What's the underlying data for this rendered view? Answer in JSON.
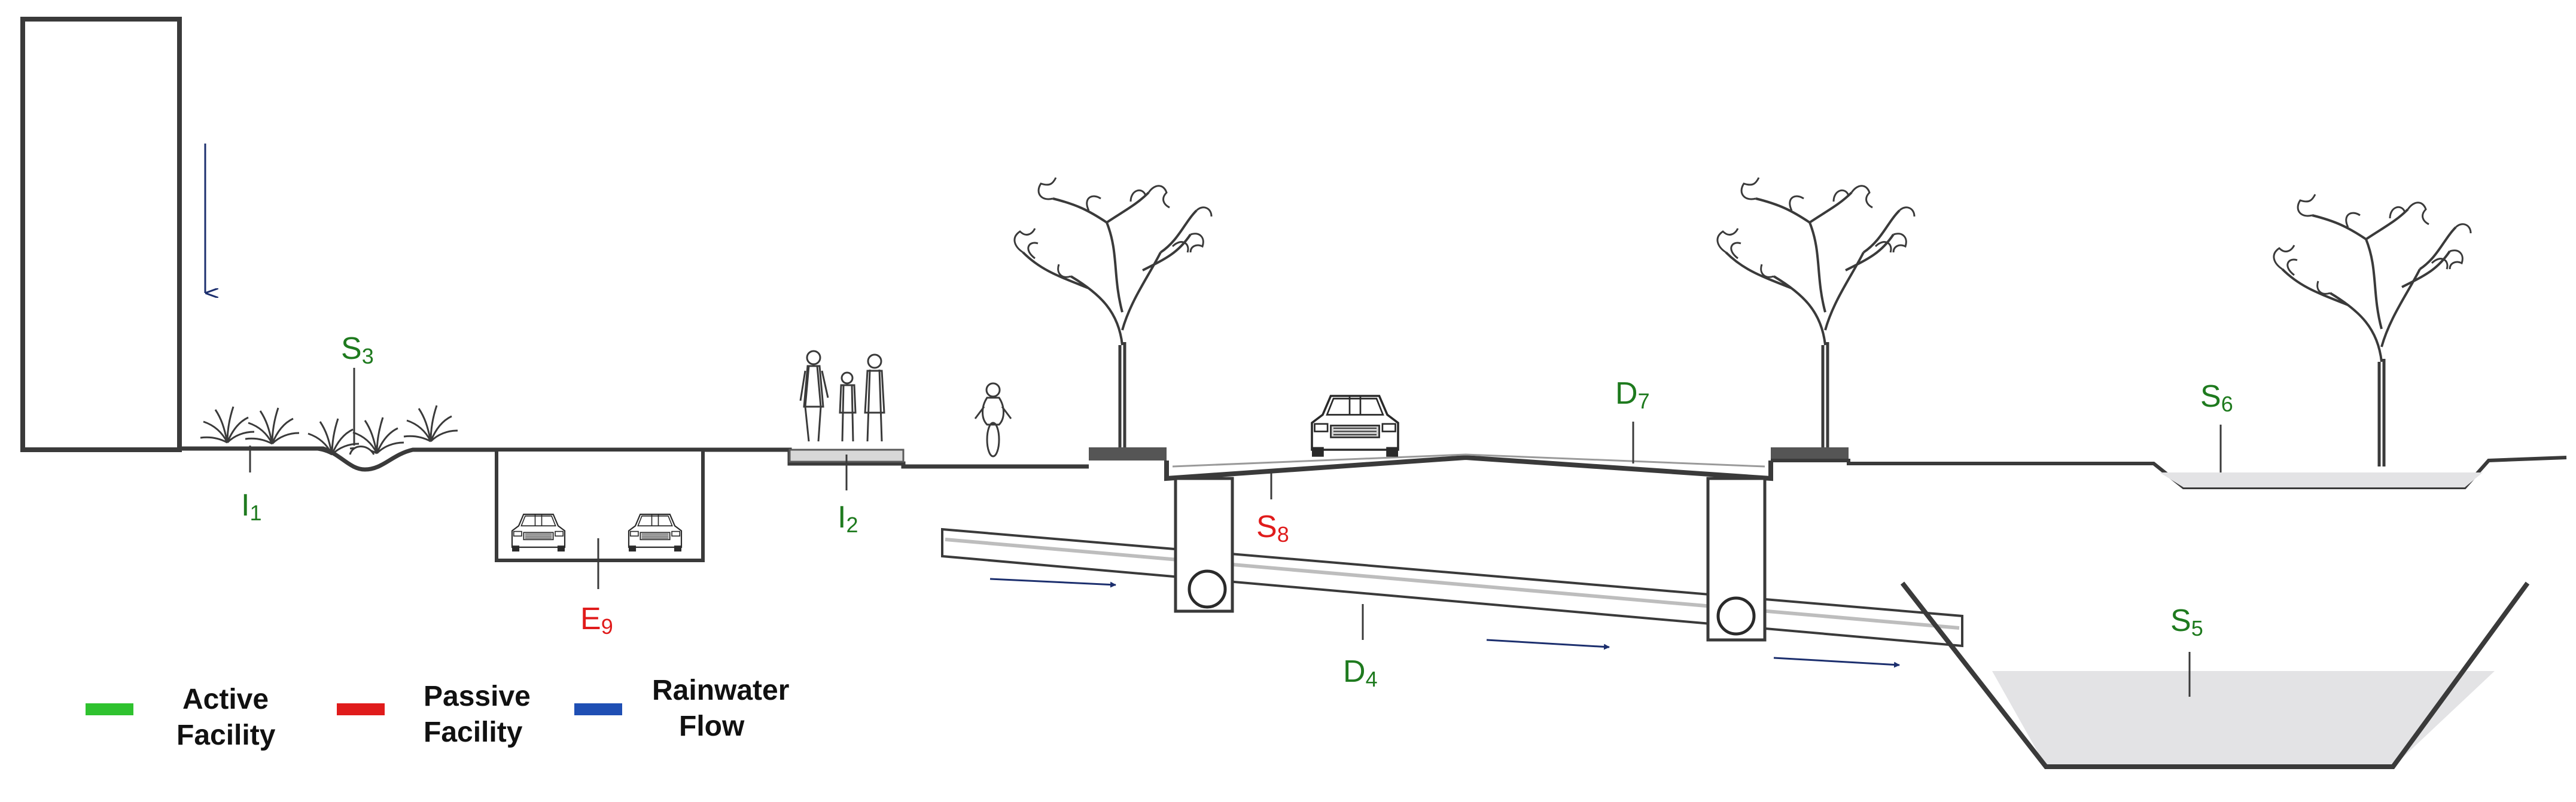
{
  "colors": {
    "active": "#1e7a1e",
    "passive": "#e01b1b",
    "flow": "#1c2f6e",
    "legend_active": "#2fc22f",
    "legend_passive": "#e01b1b",
    "legend_flow": "#1f4fb4",
    "line": "#3a3a3a",
    "water": "#e3e3e5"
  },
  "labels": {
    "i1": {
      "main": "I",
      "sub": "1"
    },
    "s3": {
      "main": "S",
      "sub": "3"
    },
    "e9": {
      "main": "E",
      "sub": "9"
    },
    "i2": {
      "main": "I",
      "sub": "2"
    },
    "s8": {
      "main": "S",
      "sub": "8"
    },
    "d7": {
      "main": "D",
      "sub": "7"
    },
    "d4": {
      "main": "D",
      "sub": "4"
    },
    "s6": {
      "main": "S",
      "sub": "6"
    },
    "s5": {
      "main": "S",
      "sub": "5"
    }
  },
  "legend": {
    "active_line1": "Active",
    "active_line2": "Facility",
    "passive_line1": "Passive",
    "passive_line2": "Facility",
    "flow_line1": "Rainwater",
    "flow_line2": "Flow"
  },
  "icons": [
    "building",
    "rain-arrow",
    "grass-plant",
    "pedestrian-family",
    "cyclist",
    "car",
    "tree",
    "culvert-pipe",
    "flow-arrow"
  ]
}
